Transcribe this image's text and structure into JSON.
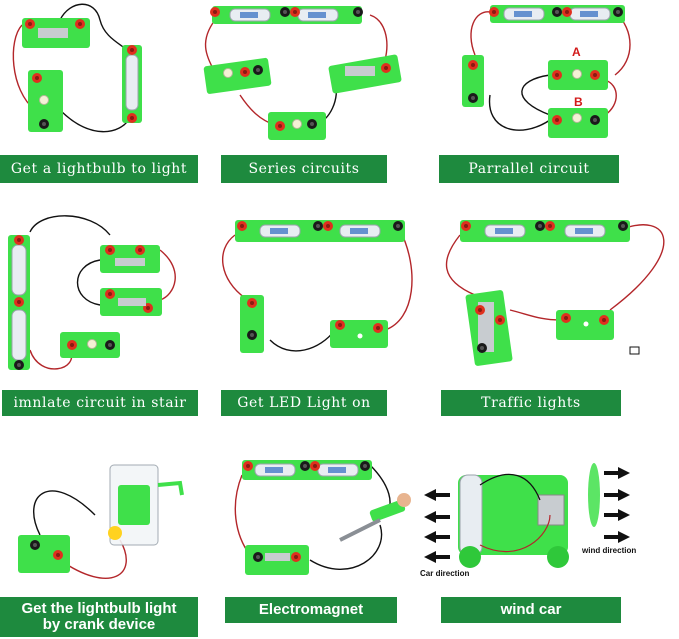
{
  "captions": [
    "Get a lightbulb to light",
    "Series circuits",
    "Parrallel circuit",
    "imnlate circuit in stair",
    "Get LED Light on",
    "Traffic lights",
    "Get the lightbulb light\nby crank device",
    "Electromagnet",
    "wind car"
  ],
  "labels": {
    "a": "A",
    "b": "B",
    "car_direction": "Car direction",
    "wind_direction": "wind direction"
  },
  "colors": {
    "board_green": "#3fe04a",
    "caption_green": "#1e8a3e",
    "wire_red": "#b3262a",
    "terminal_red": "#e0301e"
  }
}
